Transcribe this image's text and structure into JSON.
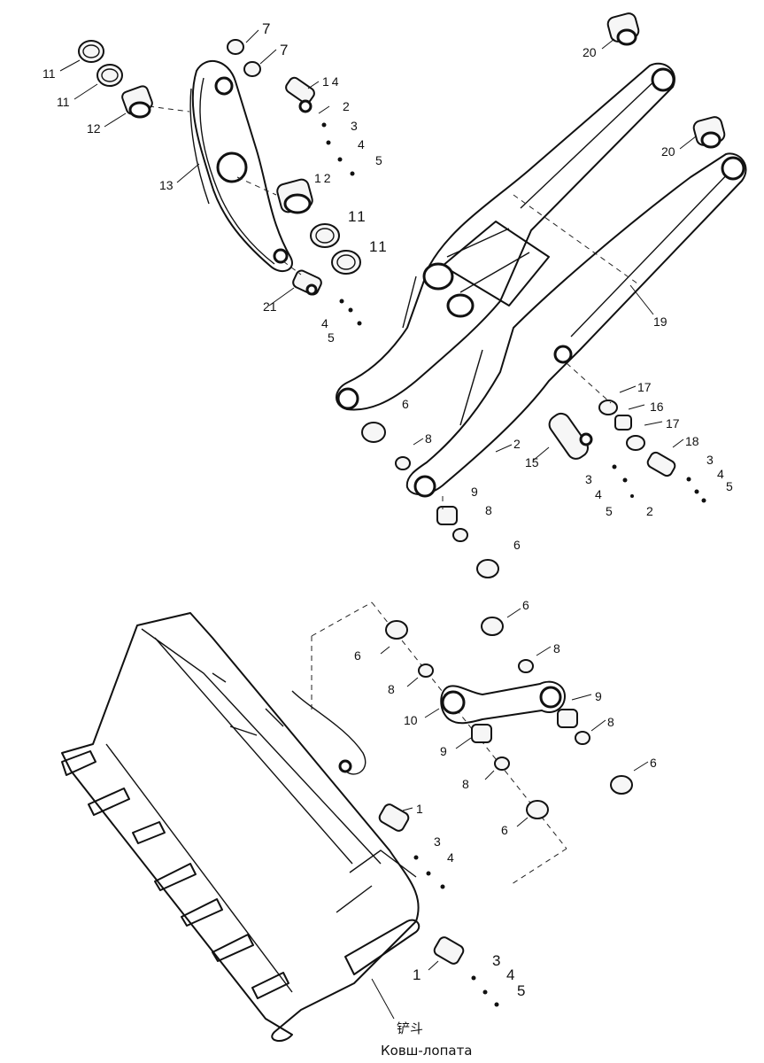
{
  "caption": {
    "line1": "铲斗",
    "line2": "Ковш-лопата"
  },
  "callouts": [
    "11",
    "11",
    "12",
    "13",
    "7",
    "7",
    "14",
    "2",
    "3",
    "4",
    "5",
    "12",
    "11",
    "11",
    "21",
    "4",
    "5",
    "20",
    "20",
    "19",
    "6",
    "8",
    "2",
    "15",
    "3",
    "4",
    "5",
    "9",
    "8",
    "6",
    "17",
    "16",
    "17",
    "18",
    "3",
    "4",
    "5",
    "2",
    "6",
    "6",
    "8",
    "8",
    "10",
    "9",
    "9",
    "8",
    "8",
    "6",
    "6",
    "1",
    "3",
    "4",
    "1",
    "3",
    "4",
    "5"
  ]
}
